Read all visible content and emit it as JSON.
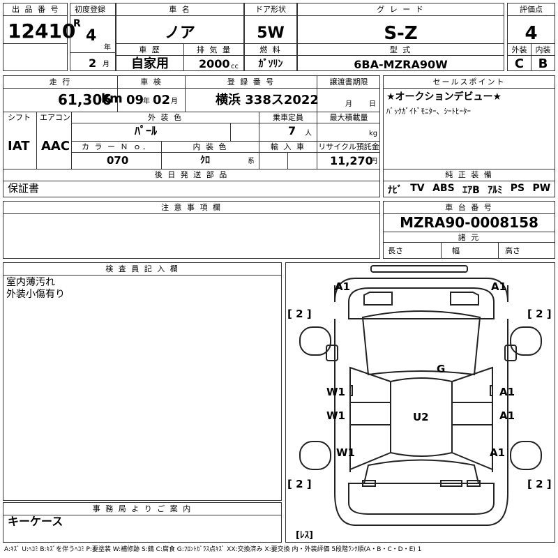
{
  "header": {
    "lot_no_label": "出 品 番 号",
    "lot_no": "12410",
    "first_reg_label": "初度登録",
    "era": "R",
    "year": "4",
    "year_unit": "年",
    "month": "2",
    "month_unit": "月",
    "car_name_label": "車 名",
    "car_name": "ノア",
    "door_label": "ドア形状",
    "door": "5W",
    "grade_label": "グ レ ー ド",
    "grade": "S-Z",
    "score_label": "評価点",
    "score": "4",
    "history_label": "車 歴",
    "history": "自家用",
    "displacement_label": "排 気 量",
    "displacement": "2000",
    "displacement_unit": "cc",
    "fuel_label": "燃 料",
    "fuel": "ｶﾞｿﾘﾝ",
    "model_label": "型 式",
    "model": "6BA-MZRA90W",
    "ext_label": "外装",
    "ext_grade": "C",
    "int_label": "内装",
    "int_grade": "B"
  },
  "row2": {
    "mileage_label": "走 行",
    "mileage": "61,306",
    "mileage_unit": "km",
    "inspection_label": "車 検",
    "inspection_year": "09",
    "inspection_year_unit": "年",
    "inspection_month": "02",
    "inspection_month_unit": "月",
    "plate_label": "登 録 番 号",
    "plate": "横浜 338ス2022",
    "transfer_label": "譲渡書期限",
    "transfer_month_unit": "月",
    "transfer_day_unit": "日",
    "sales_label": "セールスポイント",
    "sales_line1": "★オークションデビュー★",
    "sales_line2": "ﾊﾞｯｸｶﾞｲﾄﾞﾓﾆﾀｰ、ｼｰﾄﾋｰﾀｰ"
  },
  "row3": {
    "shift_label": "シフト",
    "shift": "IAT",
    "ac_label": "エアコン",
    "ac": "AAC",
    "color_label": "外 装 色",
    "color": "ﾊﾟｰﾙ",
    "capacity_label": "乗車定員",
    "capacity": "7",
    "capacity_unit": "人",
    "load_label": "最大積載量",
    "load_unit": "kg",
    "color_no_label": "カ ラ ー Ｎ ｏ．",
    "color_no": "070",
    "interior_color_label": "内 装 色",
    "interior_color": "ｸﾛ",
    "interior_color_unit": "系",
    "import_label": "輸 入 車",
    "recycle_label": "リサイクル預託金",
    "recycle": "11,270",
    "recycle_unit": "円"
  },
  "later": {
    "label": "後 日 発 送 部 品",
    "value": "保証書"
  },
  "equipment": {
    "label": "純 正 装 備",
    "items": [
      "ﾅﾋﾞ",
      "TV",
      "ABS",
      "ｴｱB",
      "ｱﾙﾐ",
      "PS",
      "PW"
    ]
  },
  "notes": {
    "label": "注 意 事 項 欄",
    "value": ""
  },
  "chassis": {
    "label": "車 台 番 号",
    "value": "MZRA90-0008158",
    "spec_label": "諸 元",
    "length_label": "長さ",
    "width_label": "幅",
    "height_label": "高さ"
  },
  "inspector": {
    "label": "検 査 員 記 入 欄",
    "line1": "室内薄汚れ",
    "line2": "外装小傷有り"
  },
  "office": {
    "label": "事 務 局 よ り ご 案 内",
    "value": "キーケース"
  },
  "diagram": {
    "marks": {
      "fl_a1": "A1",
      "fr_a1": "A1",
      "left_top_2": "[ 2 ]",
      "right_top_2": "[ 2 ]",
      "g": "G",
      "l_w1_a": "W1",
      "l_w1_b": "W1",
      "l_w1_c": "W1",
      "r_a1_a": "A1",
      "r_a1_b": "A1",
      "r_a1_c": "A1",
      "u2": "U2",
      "left_bottom_2": "[ 2 ]",
      "right_bottom_2": "[ 2 ]",
      "bottom_label": "[ﾚｽ]"
    }
  },
  "legend": "A:ｷｽﾞ U:ﾍｺﾐ B:ｷｽﾞを伴うﾍｺﾐ P:要塗装 W:補修跡 S:錆 C:腐食 G:ﾌﾛﾝﾄｶﾞﾗｽ点ｷｽﾞ XX:交換済み X:要交換  内・外装評価 5段階ﾗﾝｸ順(A・B・C・D・E) 1"
}
